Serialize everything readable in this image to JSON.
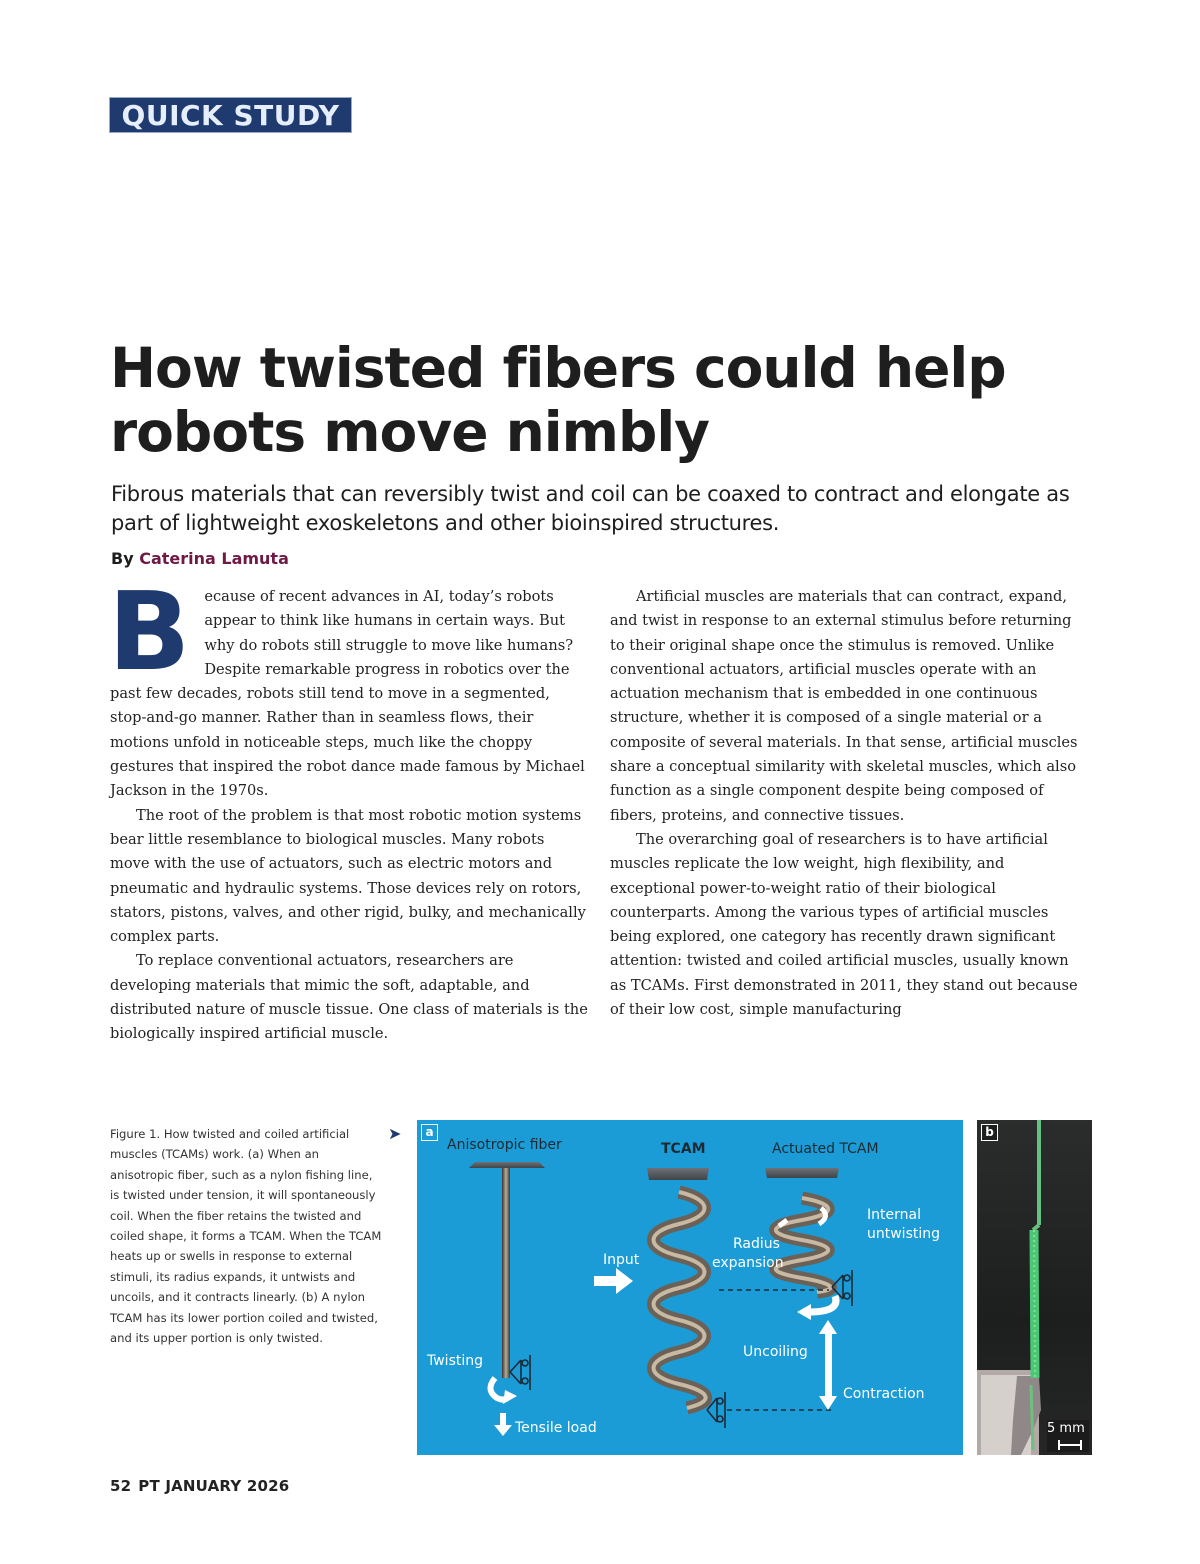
{
  "section": {
    "kicker": "QUICK STUDY"
  },
  "article": {
    "headline": "How twisted fibers could help robots move nimbly",
    "deck": "Fibrous materials that can reversibly twist and coil can be coaxed to contract and elongate as part of lightweight exoskeletons and other bioinspired structures.",
    "byline_prefix": "By ",
    "author": "Caterina Lamuta",
    "dropcap": "B",
    "col1": [
      "ecause of recent advances in AI, today’s robots appear to think like humans in certain ways. But why do robots still struggle to move like humans? Despite remarkable progress in robotics over the past few decades, robots still tend to move in a segmented, stop-and-go manner. Rather than in seamless flows, their motions unfold in noticeable steps, much like the choppy gestures that inspired the robot dance made famous by Michael Jackson in the 1970s.",
      "The root of the problem is that most robotic motion systems bear little resemblance to biological muscles. Many robots move with the use of actuators, such as electric motors and pneumatic and hydraulic systems. Those devices rely on rotors, stators, pistons, valves, and other rigid, bulky, and mechanically complex parts.",
      "To replace conventional actuators, researchers are developing materials that mimic the soft, adaptable, and distributed nature of muscle tissue. One class of materials is the biologically inspired artificial muscle."
    ],
    "col2": [
      "Artificial muscles are materials that can contract, expand, and twist in response to an external stimulus before returning to their original shape once the stimulus is removed. Unlike conventional actuators, artificial muscles operate with an actuation mechanism that is embedded in one continuous structure, whether it is composed of a single material or a composite of several materials. In that sense, artificial muscles share a conceptual similarity with skeletal muscles, which also function as a single component despite being composed of fibers, proteins, and connective tissues.",
      "The overarching goal of researchers is to have artificial muscles replicate the low weight, high flexibility, and exceptional power-to-weight ratio of their biological counterparts. Among the various types of artificial muscles being explored, one category has recently drawn significant attention: twisted and coiled artificial muscles, usually known as TCAMs. First demonstrated in 2011, they stand out because of their low cost, simple manufacturing"
    ]
  },
  "figure": {
    "caption": "Figure 1. How twisted and coiled artificial muscles (TCAMs) work. (a) When an anisotropic fiber, such as a nylon fishing line, is twisted under tension, it will spontaneously coil. When the fiber retains the twisted and coiled shape, it forms a TCAM. When the TCAM heats up or swells in response to external stimuli, its radius expands, it untwists and uncoils, and it contracts linearly. (b) A nylon TCAM has its lower portion coiled and twisted, and its upper portion is only twisted.",
    "caption_arrow": "➤",
    "panel_a": {
      "label": "a",
      "title_fiber": "Anisotropic fiber",
      "title_tcam": "TCAM",
      "title_actuated": "Actuated TCAM",
      "twisting": "Twisting",
      "tensile_load": "Tensile load",
      "input": "Input",
      "radius_line1": "Radius",
      "radius_line2": "expansion",
      "internal_line1": "Internal",
      "internal_line2": "untwisting",
      "uncoiling": "Uncoiling",
      "contraction": "Contraction"
    },
    "panel_b": {
      "label": "b",
      "scale_bar": "5 mm"
    },
    "colors": {
      "panel_a_bg": "#1b9cd6",
      "fiber_green": "#4cc776"
    }
  },
  "footer": {
    "page_number": "52",
    "publication": "PT JANUARY 2026"
  },
  "colors": {
    "brand_navy": "#1f3a6e",
    "author": "#6e1a45"
  }
}
